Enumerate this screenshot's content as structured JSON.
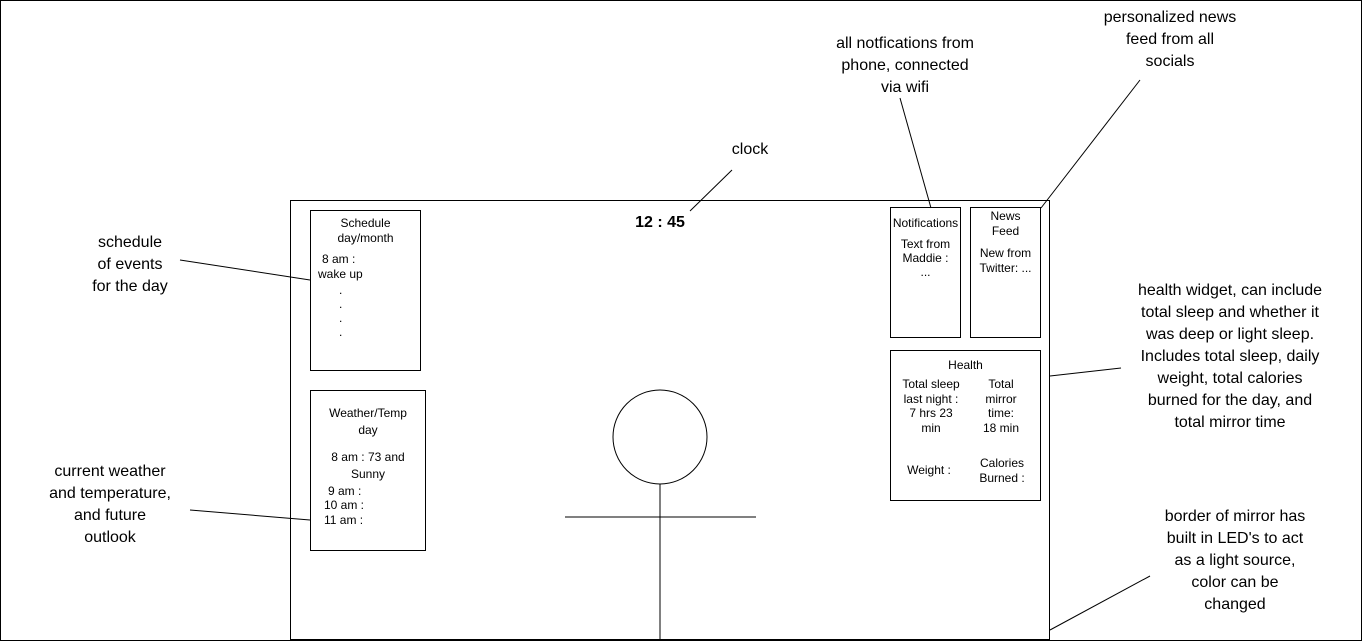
{
  "clock": "12 : 45",
  "schedule": {
    "title": "Schedule day/month",
    "entry_time": "8 am :",
    "entry_event": "wake up",
    "dots": [
      ".",
      ".",
      ".",
      "."
    ]
  },
  "weather": {
    "title": "Weather/Temp day",
    "now_line1": "8 am : 73 and",
    "now_line2": "Sunny",
    "hours": [
      "9 am :",
      "10 am :",
      "11 am :"
    ]
  },
  "notifications": {
    "title": "Notifications",
    "body_line1": "Text from",
    "body_line2": "Maddie :",
    "body_line3": "..."
  },
  "news": {
    "title_line1": "News",
    "title_line2": "Feed",
    "body_line1": "New from",
    "body_line2": "Twitter: ..."
  },
  "health": {
    "title": "Health",
    "sleep_lines": [
      "Total sleep",
      "last night :",
      "7 hrs 23",
      "min"
    ],
    "mirror_lines": [
      "Total",
      "mirror",
      "time:",
      "18 min"
    ],
    "weight": "Weight :",
    "calories_lines": [
      "Calories",
      "Burned :"
    ]
  },
  "annotations": {
    "clock": "clock",
    "notifications": [
      "all notfications from",
      "phone, connected",
      "via wifi"
    ],
    "news": [
      "personalized news",
      "feed from all",
      "socials"
    ],
    "schedule": [
      "schedule",
      "of events",
      "for the day"
    ],
    "weather": [
      "current weather",
      "and temperature,",
      "and future",
      "outlook"
    ],
    "health": [
      "health widget, can include",
      "total sleep and whether it",
      "was deep or light sleep.",
      "Includes total sleep, daily",
      "weight, total calories",
      "burned for the day, and",
      "total mirror time"
    ],
    "border": [
      "border of mirror has",
      "built in LED's to act",
      "as a light source,",
      "color can be",
      "changed"
    ]
  }
}
